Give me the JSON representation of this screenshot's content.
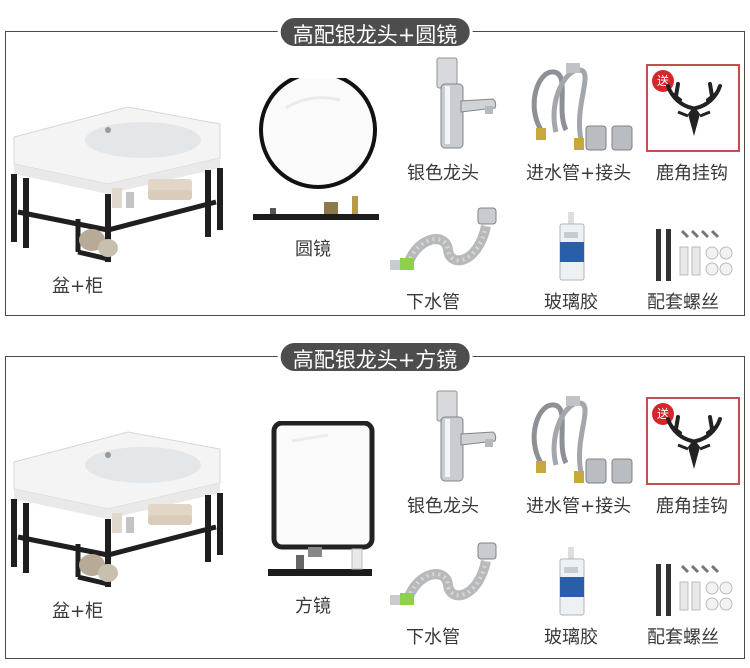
{
  "sections": [
    {
      "title": "高配银龙头+圆镜",
      "items": {
        "basin": "盆+柜",
        "mirror": "圆镜",
        "faucet": "银色龙头",
        "inlet": "进水管+接头",
        "hook": "鹿角挂钩",
        "drain": "下水管",
        "glue": "玻璃胶",
        "screws": "配套螺丝"
      },
      "gift_badge": "送"
    },
    {
      "title": "高配银龙头+方镜",
      "items": {
        "basin": "盆+柜",
        "mirror": "方镜",
        "faucet": "银色龙头",
        "inlet": "进水管+接头",
        "hook": "鹿角挂钩",
        "drain": "下水管",
        "glue": "玻璃胶",
        "screws": "配套螺丝"
      },
      "gift_badge": "送"
    }
  ],
  "colors": {
    "border": "#4a4a4a",
    "pill": "#4d4d4d",
    "gift": "#d7262b"
  }
}
